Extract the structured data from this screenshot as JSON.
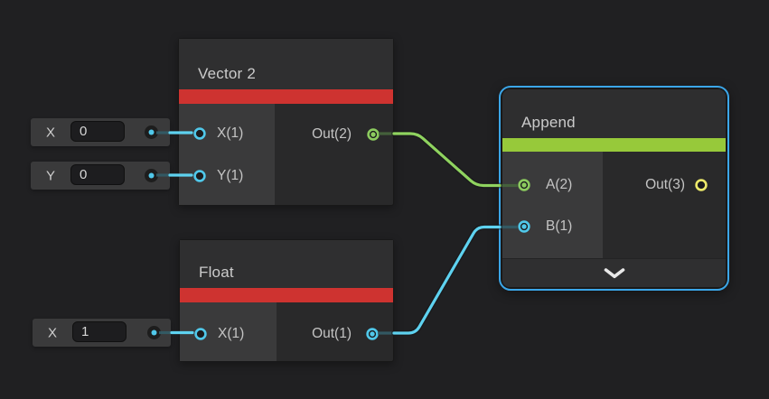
{
  "editor": {
    "background": "#202022",
    "tool": "shader-graph-node-editor"
  },
  "colors": {
    "cyan": "#50c8ea",
    "green": "#8ccb5f",
    "yellow": "#ece96a",
    "wire_cyan": "#5ed2f0",
    "wire_green": "#8fd35f",
    "wire_cyan_dim": "#335d68",
    "wire_green_dim": "#47663d",
    "red_accent": "#ce3330",
    "lime_accent": "#97c93a",
    "selection": "#3ba6e8"
  },
  "icons": {
    "append_collapse": "chevron-down"
  },
  "nodes": {
    "vector2": {
      "title": "Vector 2",
      "inputs": [
        {
          "label": "X(1)"
        },
        {
          "label": "Y(1)"
        }
      ],
      "output": {
        "label": "Out(2)"
      }
    },
    "float": {
      "title": "Float",
      "inputs": [
        {
          "label": "X(1)"
        }
      ],
      "output": {
        "label": "Out(1)"
      }
    },
    "append": {
      "title": "Append",
      "selected": "true",
      "inputs": [
        {
          "label": "A(2)"
        },
        {
          "label": "B(1)"
        }
      ],
      "output": {
        "label": "Out(3)"
      }
    }
  },
  "inline_inputs": [
    {
      "label": "X",
      "value": "0"
    },
    {
      "label": "Y",
      "value": "0"
    },
    {
      "label": "X",
      "value": "1"
    }
  ]
}
